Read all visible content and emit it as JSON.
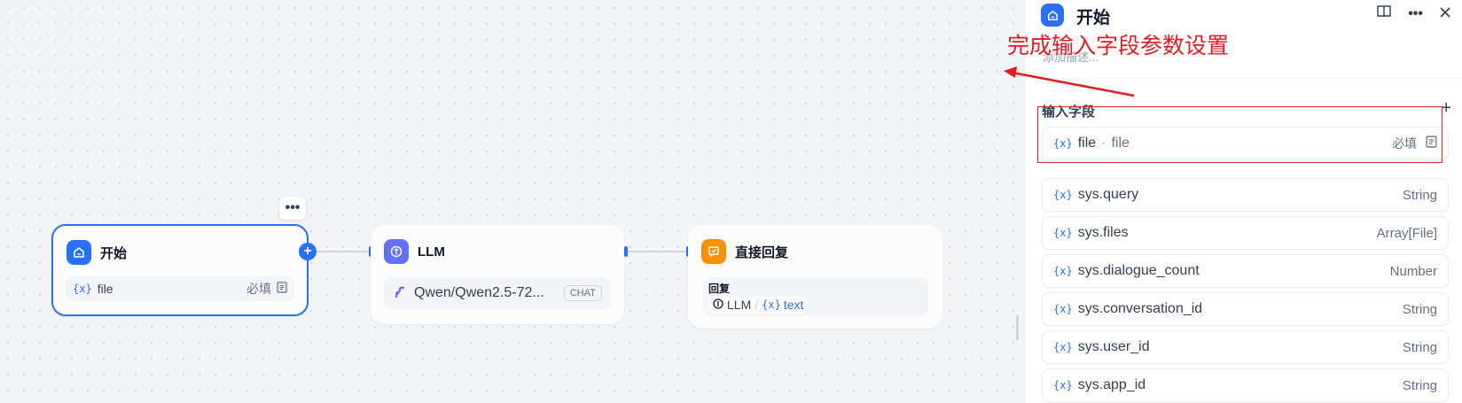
{
  "canvas": {
    "more_label": "•••",
    "start_node": {
      "title": "开始",
      "var_name": "file",
      "required": "必填"
    },
    "llm_node": {
      "title": "LLM",
      "model": "Qwen/Qwen2.5-72...",
      "mode_tag": "CHAT"
    },
    "answer_node": {
      "title": "直接回复",
      "reply_label": "回复",
      "ref_node": "LLM",
      "ref_var": "text"
    }
  },
  "panel": {
    "title": "开始",
    "description_placeholder": "添加描述...",
    "section_title": "输入字段",
    "input_field": {
      "name": "file",
      "separator": "·",
      "label": "file",
      "required": "必填"
    },
    "system_vars": [
      {
        "name": "sys.query",
        "type": "String"
      },
      {
        "name": "sys.files",
        "type": "Array[File]"
      },
      {
        "name": "sys.dialogue_count",
        "type": "Number"
      },
      {
        "name": "sys.conversation_id",
        "type": "String"
      },
      {
        "name": "sys.user_id",
        "type": "String"
      },
      {
        "name": "sys.app_id",
        "type": "String"
      }
    ]
  },
  "annotation": {
    "text": "完成输入字段参数设置",
    "color": "#e31b23"
  },
  "colors": {
    "accent": "#2970ff",
    "llm_icon": "#6172f3",
    "answer_icon": "#f79009"
  },
  "icons": {
    "start": "home-icon",
    "llm": "brain-icon",
    "answer": "message-reply-icon"
  }
}
